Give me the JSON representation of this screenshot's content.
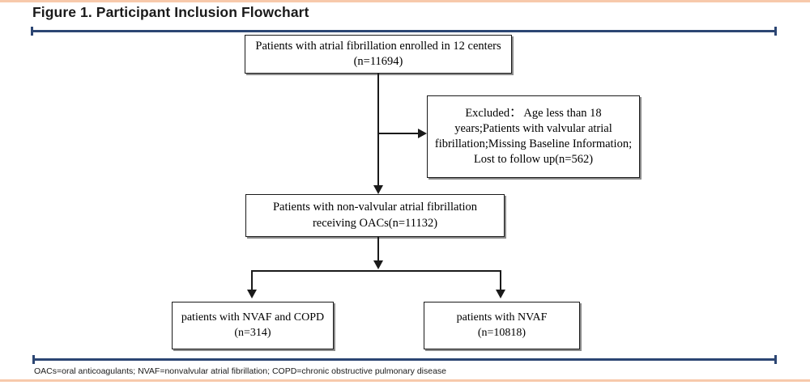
{
  "figure": {
    "title": "Figure 1. Participant Inclusion Flowchart",
    "footnote": "OACs=oral anticoagulants; NVAF=nonvalvular atrial fibrillation; COPD=chronic obstructive pulmonary disease",
    "rule_color": "#2c4673",
    "edge_color": "#f7c9ab",
    "box_border_color": "#1a1a1a",
    "connector_color": "#1a1a1a"
  },
  "nodes": {
    "enrolled": {
      "line1": "Patients with atrial fibrillation enrolled in 12 centers",
      "line2": "(n=11694)",
      "count": 11694
    },
    "excluded": {
      "line1": "Excluded：  Age less than 18",
      "line2": "years;Patients with valvular atrial",
      "line3": "fibrillation;Missing Baseline Information;",
      "line4": "Lost to follow up(n=562)",
      "count": 562
    },
    "nvaf_oac": {
      "line1": "Patients with non-valvular atrial fibrillation",
      "line2": "receiving OACs(n=11132)",
      "count": 11132
    },
    "nvaf_copd": {
      "line1": "patients with NVAF and COPD",
      "line2": "(n=314)",
      "count": 314
    },
    "nvaf_only": {
      "line1": "patients with NVAF",
      "line2": "(n=10818)",
      "count": 10818
    }
  },
  "chart_data": {
    "type": "diagram",
    "title": "Figure 1. Participant Inclusion Flowchart",
    "diagram_kind": "flowchart",
    "orientation": "top-to-bottom",
    "nodes": [
      {
        "id": "enrolled",
        "label": "Patients with atrial fibrillation enrolled in 12 centers (n=11694)",
        "n": 11694
      },
      {
        "id": "excluded",
        "label": "Excluded： Age less than 18 years;Patients with valvular atrial fibrillation;Missing Baseline Information; Lost to follow up(n=562)",
        "n": 562
      },
      {
        "id": "nvaf_oac",
        "label": "Patients with non-valvular atrial fibrillation receiving OACs(n=11132)",
        "n": 11132
      },
      {
        "id": "nvaf_copd",
        "label": "patients with NVAF and COPD (n=314)",
        "n": 314
      },
      {
        "id": "nvaf_only",
        "label": "patients with NVAF (n=10818)",
        "n": 10818
      }
    ],
    "edges": [
      {
        "from": "enrolled",
        "to": "excluded",
        "kind": "branch-right"
      },
      {
        "from": "enrolled",
        "to": "nvaf_oac",
        "kind": "straight-down"
      },
      {
        "from": "nvaf_oac",
        "to": "nvaf_copd",
        "kind": "split-left"
      },
      {
        "from": "nvaf_oac",
        "to": "nvaf_only",
        "kind": "split-right"
      }
    ],
    "legend": "OACs=oral anticoagulants; NVAF=nonvalvular atrial fibrillation; COPD=chronic obstructive pulmonary disease"
  }
}
